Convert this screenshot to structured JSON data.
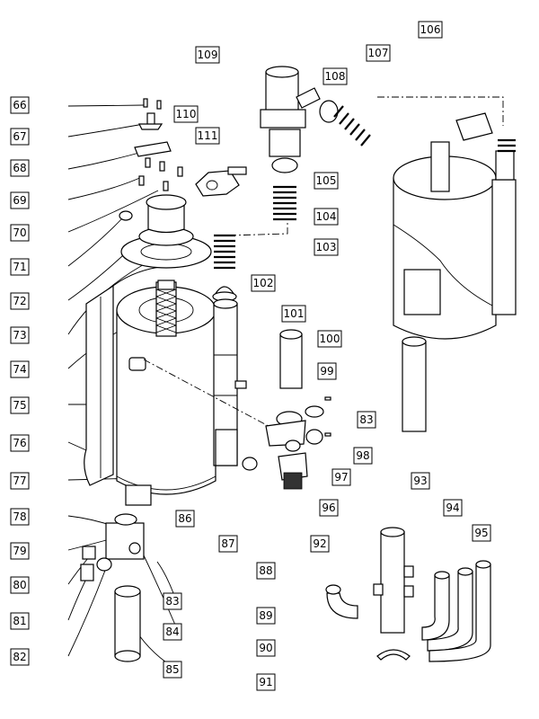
{
  "callouts": [
    {
      "id": "c66",
      "label": "66"
    },
    {
      "id": "c67",
      "label": "67"
    },
    {
      "id": "c68",
      "label": "68"
    },
    {
      "id": "c69",
      "label": "69"
    },
    {
      "id": "c70",
      "label": "70"
    },
    {
      "id": "c71",
      "label": "71"
    },
    {
      "id": "c72",
      "label": "72"
    },
    {
      "id": "c73",
      "label": "73"
    },
    {
      "id": "c74",
      "label": "74"
    },
    {
      "id": "c75",
      "label": "75"
    },
    {
      "id": "c76",
      "label": "76"
    },
    {
      "id": "c77",
      "label": "77"
    },
    {
      "id": "c78",
      "label": "78"
    },
    {
      "id": "c79",
      "label": "79"
    },
    {
      "id": "c80",
      "label": "80"
    },
    {
      "id": "c81",
      "label": "81"
    },
    {
      "id": "c82",
      "label": "82"
    },
    {
      "id": "c83a",
      "label": "83"
    },
    {
      "id": "c84",
      "label": "84"
    },
    {
      "id": "c85",
      "label": "85"
    },
    {
      "id": "c86",
      "label": "86"
    },
    {
      "id": "c87",
      "label": "87"
    },
    {
      "id": "c88",
      "label": "88"
    },
    {
      "id": "c89",
      "label": "89"
    },
    {
      "id": "c90",
      "label": "90"
    },
    {
      "id": "c91",
      "label": "91"
    },
    {
      "id": "c92",
      "label": "92"
    },
    {
      "id": "c93",
      "label": "93"
    },
    {
      "id": "c94",
      "label": "94"
    },
    {
      "id": "c95",
      "label": "95"
    },
    {
      "id": "c96",
      "label": "96"
    },
    {
      "id": "c97",
      "label": "97"
    },
    {
      "id": "c98",
      "label": "98"
    },
    {
      "id": "c83b",
      "label": "83"
    },
    {
      "id": "c99",
      "label": "99"
    },
    {
      "id": "c100",
      "label": "100"
    },
    {
      "id": "c101",
      "label": "101"
    },
    {
      "id": "c102",
      "label": "102"
    },
    {
      "id": "c103",
      "label": "103"
    },
    {
      "id": "c104",
      "label": "104"
    },
    {
      "id": "c105",
      "label": "105"
    },
    {
      "id": "c106",
      "label": "106"
    },
    {
      "id": "c107",
      "label": "107"
    },
    {
      "id": "c108",
      "label": "108"
    },
    {
      "id": "c109",
      "label": "109"
    },
    {
      "id": "c110",
      "label": "110"
    },
    {
      "id": "c111",
      "label": "111"
    }
  ]
}
